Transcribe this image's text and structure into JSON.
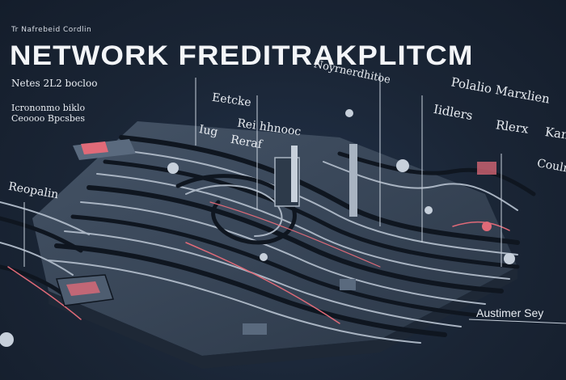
{
  "header": {
    "small_line": "Tr Nafrebeid Cordlin",
    "title": "NETWORK FREDITRAKPLITCM",
    "subtitle_a": "Netes 2L2 bocloo",
    "subtitle_b_line1": "Icrononmo biklo",
    "subtitle_b_line2": "Ceoooo Bpcsbes"
  },
  "labels": {
    "l1": "Eetcke",
    "l2": "Rei hhnooc",
    "l3": "Iug",
    "l4": "Reraf",
    "l5": "Noyrnerdhitoe",
    "l6": "Polalio Marxlien",
    "l7": "Iidlers",
    "l8": "Rlerx",
    "l9": "Kan",
    "l10": "Coulm",
    "l11": "Reopalin",
    "l12": "Austimer Sey"
  },
  "colors": {
    "background": "#1a2535",
    "board": "#3c4a5c",
    "trace_light": "#a9b4c2",
    "trace_dark": "#0f1620",
    "accent": "#e06a78"
  }
}
